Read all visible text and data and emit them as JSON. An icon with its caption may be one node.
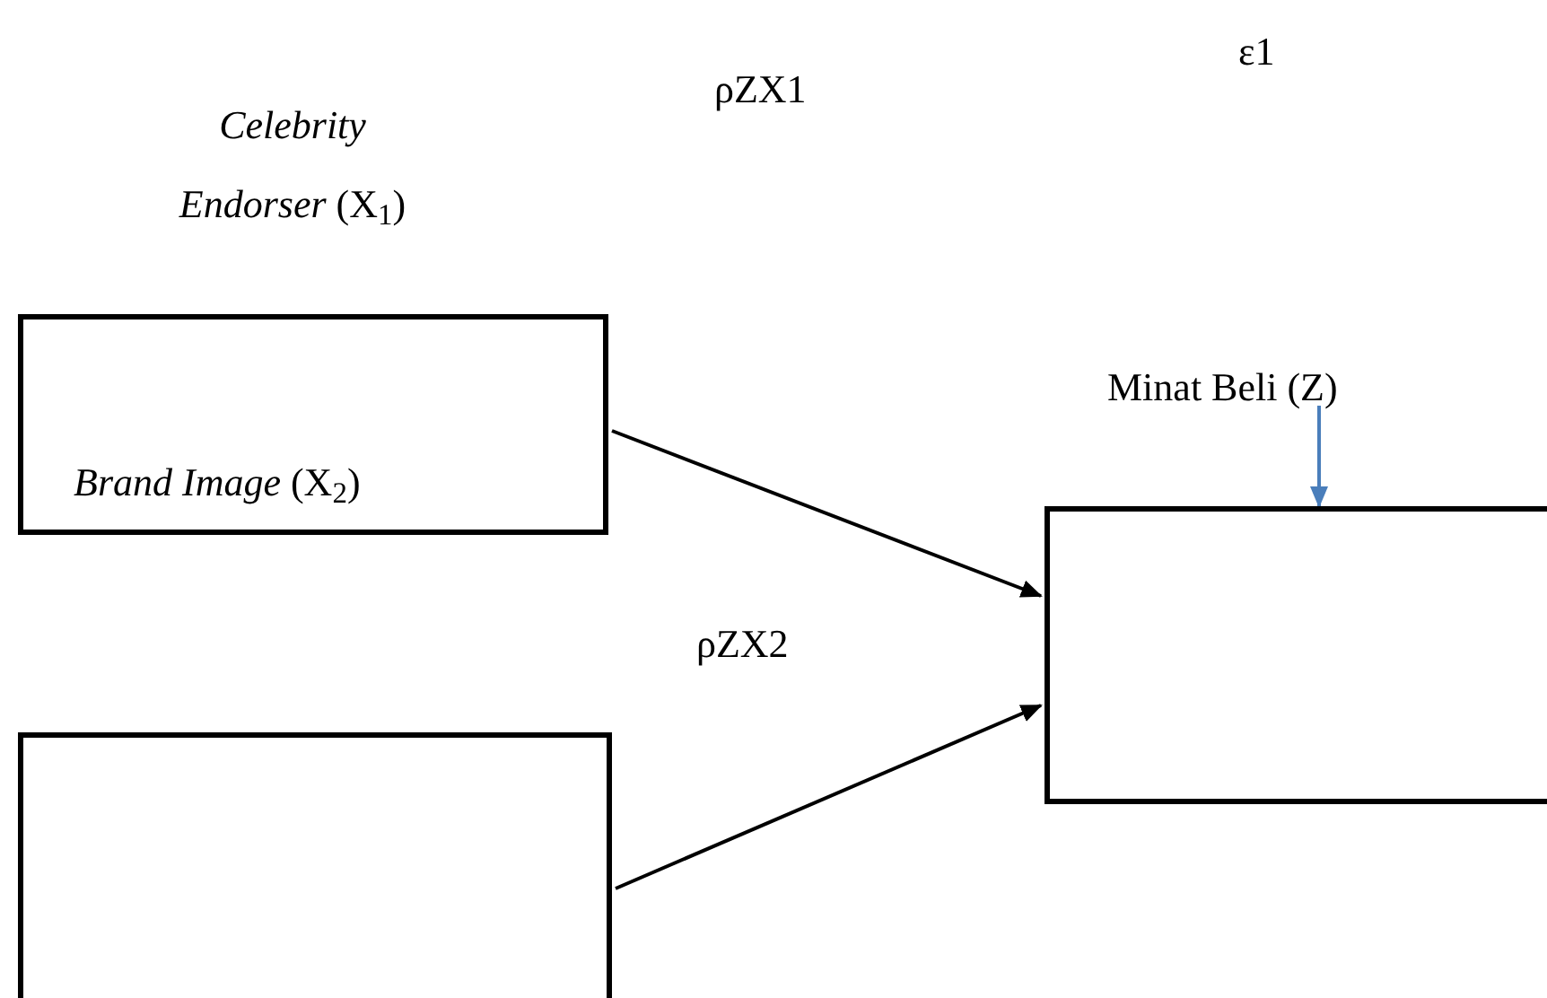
{
  "diagram": {
    "nodes": [
      {
        "text": [
          "*Celebrity Endorser* (X$_{1}$)",
          "*Brand Image* (X$_{2}$)"
        ]
      },
      {
        "text": [],
        "shape": "box"
      },
      {
        "text": [
          "Minat Beli (Z)"
        ]
      }
    ],
    "edges": [
      {
        "from": 0,
        "to": 2,
        "arrow": "to"
      },
      {
        "from": 1,
        "to": 2,
        "arrow": "to"
      },
      {
        "from": null,
        "to": 2,
        "arrow": "to",
        "color": "#4a7ebb"
      }
    ],
    "labels": [
      "ρZX1",
      "ε1",
      "ρZX2"
    ]
  }
}
